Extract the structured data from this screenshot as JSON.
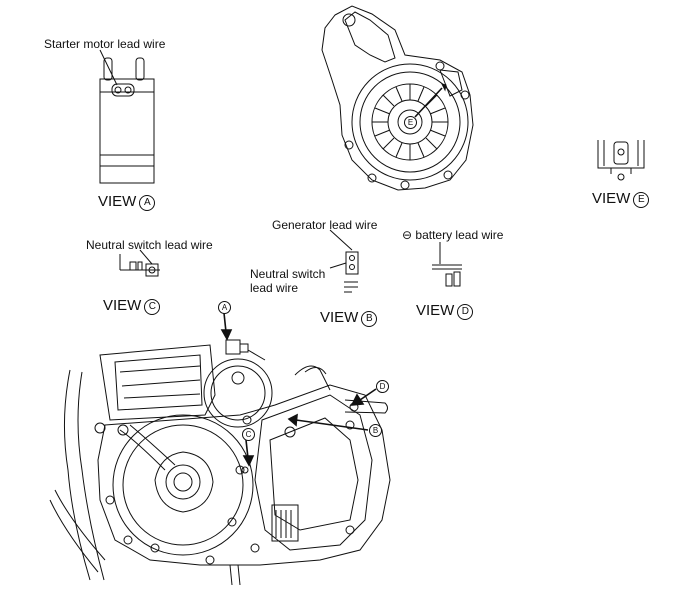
{
  "labels": {
    "starter_motor": "Starter motor lead wire",
    "generator": "Generator lead wire",
    "neutral_switch_b_line1": "Neutral switch",
    "neutral_switch_b_line2": "lead wire",
    "neutral_switch_c": "Neutral switch lead wire",
    "battery_sign": "⊖",
    "battery": "battery lead wire"
  },
  "views": {
    "word": "VIEW",
    "a": "A",
    "b": "B",
    "c": "C",
    "d": "D",
    "e": "E"
  },
  "callouts": {
    "a": "A",
    "b": "B",
    "c": "C",
    "d": "D",
    "e": "E"
  }
}
